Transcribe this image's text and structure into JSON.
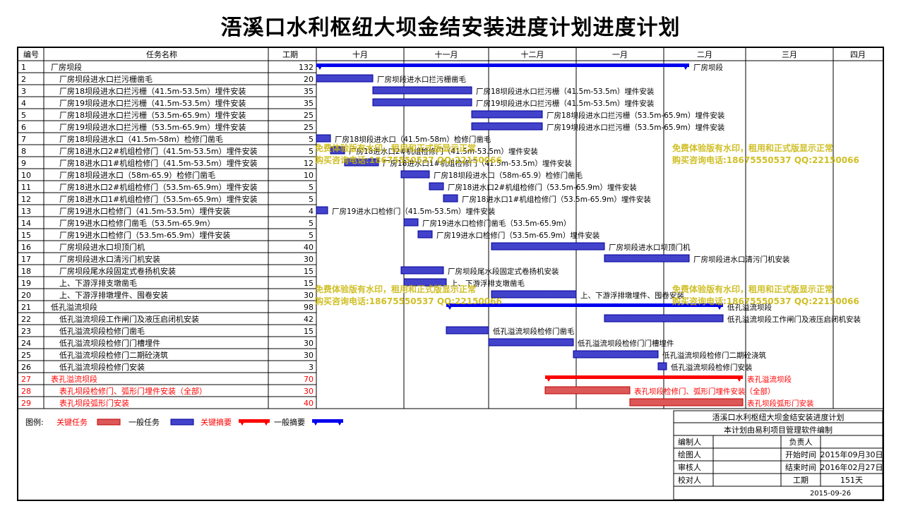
{
  "title": "浯溪口水利枢纽大坝金结安装进度计划进度计划",
  "header": {
    "id": "编号",
    "name": "任务名称",
    "duration": "工期"
  },
  "months": [
    "十月",
    "十一月",
    "十二月",
    "一月",
    "二月",
    "三月",
    "四月"
  ],
  "tasks": [
    {
      "id": "1",
      "name": "厂房坝段",
      "duration": "132",
      "start": 0,
      "days": 132,
      "kind": "summary",
      "label": "厂房坝段"
    },
    {
      "id": "2",
      "name": "厂房坝段进水口拦污栅凿毛",
      "duration": "20",
      "start": 0,
      "days": 20,
      "kind": "normal",
      "label": "厂房坝段进水口拦污栅凿毛"
    },
    {
      "id": "3",
      "name": "厂房18坝段进水口拦污栅（41.5m-53.5m）埋件安装",
      "duration": "35",
      "start": 20,
      "days": 35,
      "kind": "normal",
      "label": "厂房18坝段进水口拦污栅（41.5m-53.5m）埋件安装"
    },
    {
      "id": "4",
      "name": "厂房19坝段进水口拦污栅（41.5m-53.5m）埋件安装",
      "duration": "35",
      "start": 20,
      "days": 35,
      "kind": "normal",
      "label": "厂房19坝段进水口拦污栅（41.5m-53.5m）埋件安装"
    },
    {
      "id": "5",
      "name": "厂房18坝段进水口拦污栅（53.5m-65.9m）埋件安装",
      "duration": "25",
      "start": 55,
      "days": 25,
      "kind": "normal",
      "label": "厂房18坝段进水口拦污栅（53.5m-65.9m）埋件安装"
    },
    {
      "id": "6",
      "name": "厂房19坝段进水口拦污栅（53.5m-65.9m）埋件安装",
      "duration": "25",
      "start": 55,
      "days": 25,
      "kind": "normal",
      "label": "厂房19坝段进水口拦污栅（53.5m-65.9m）埋件安装"
    },
    {
      "id": "7",
      "name": "厂房18坝段进水口（41.5m-58m）检修门凿毛",
      "duration": "5",
      "start": 0,
      "days": 5,
      "kind": "normal",
      "label": "厂房18坝段进水口（41.5m-58m）检修门凿毛"
    },
    {
      "id": "8",
      "name": "厂房18进水口2#机组检修门（41.5m-53.5m）埋件安装",
      "duration": "5",
      "start": 5,
      "days": 5,
      "kind": "normal",
      "label": "厂房18进水口2#机组检修门（41.5m-53.5m）埋件安装"
    },
    {
      "id": "9",
      "name": "厂房18进水口1#机组检修门（41.5m-53.5m）埋件安装",
      "duration": "12",
      "start": 10,
      "days": 12,
      "kind": "normal",
      "label": "厂房18进水口1#机组检修门（41.5m-53.5m）埋件安装"
    },
    {
      "id": "10",
      "name": "厂房18坝段进水口（58m-65.9）检修门凿毛",
      "duration": "10",
      "start": 30,
      "days": 10,
      "kind": "normal",
      "label": "厂房18坝段进水口（58m-65.9）检修门凿毛"
    },
    {
      "id": "11",
      "name": "厂房18进水口2#机组检修门（53.5m-65.9m）埋件安装",
      "duration": "5",
      "start": 40,
      "days": 5,
      "kind": "normal",
      "label": "厂房18进水口2#机组检修门（53.5m-65.9m）埋件安装"
    },
    {
      "id": "12",
      "name": "厂房18进水口1#机组检修门（53.5m-65.9m）埋件安装",
      "duration": "5",
      "start": 45,
      "days": 5,
      "kind": "normal",
      "label": "厂房18进水口1#机组检修门（53.5m-65.9m）埋件安装"
    },
    {
      "id": "13",
      "name": "厂房19进水口检修门（41.5m-53.5m）埋件安装",
      "duration": "4",
      "start": 0,
      "days": 4,
      "kind": "normal",
      "label": "厂房19进水口检修门（41.5m-53.5m）埋件安装"
    },
    {
      "id": "14",
      "name": "厂房19进水口检修门凿毛（53.5m-65.9m）",
      "duration": "5",
      "start": 31,
      "days": 5,
      "kind": "normal",
      "label": "厂房19进水口检修门凿毛（53.5m-65.9m）"
    },
    {
      "id": "15",
      "name": "厂房19进水口检修门（53.5m-65.9m）埋件安装",
      "duration": "5",
      "start": 36,
      "days": 5,
      "kind": "normal",
      "label": "厂房19进水口检修门（53.5m-65.9m）埋件安装"
    },
    {
      "id": "16",
      "name": "厂房坝段进水口坝顶门机",
      "duration": "40",
      "start": 62,
      "days": 40,
      "kind": "normal",
      "label": "厂房坝段进水口坝顶门机"
    },
    {
      "id": "17",
      "name": "厂房坝段进水口清污门机安装",
      "duration": "30",
      "start": 102,
      "days": 30,
      "kind": "normal",
      "label": "厂房坝段进水口清污门机安装"
    },
    {
      "id": "18",
      "name": "厂房坝段尾水段固定式卷扬机安装",
      "duration": "15",
      "start": 30,
      "days": 15,
      "kind": "normal",
      "label": "厂房坝段尾水段固定式卷扬机安装"
    },
    {
      "id": "19",
      "name": "上、下游浮排支墩凿毛",
      "duration": "15",
      "start": 31,
      "days": 15,
      "kind": "normal",
      "label": "上、下游浮排支墩凿毛"
    },
    {
      "id": "20",
      "name": "上、下游浮排墩埋件、囤卷安装",
      "duration": "30",
      "start": 62,
      "days": 30,
      "kind": "normal",
      "label": "上、下游浮排墩埋件、囤卷安装"
    },
    {
      "id": "21",
      "name": "低孔溢流坝段",
      "duration": "98",
      "start": 46,
      "days": 98,
      "kind": "summary",
      "label": "低孔溢流坝段"
    },
    {
      "id": "22",
      "name": "低孔溢流坝段工作闸门及液压启闭机安装",
      "duration": "42",
      "start": 102,
      "days": 42,
      "kind": "normal",
      "label": "低孔溢流坝段工作闸门及液压启闭机安装"
    },
    {
      "id": "23",
      "name": "低孔溢流坝段检修门凿毛",
      "duration": "15",
      "start": 46,
      "days": 15,
      "kind": "normal",
      "label": "低孔溢流坝段检修门凿毛"
    },
    {
      "id": "24",
      "name": "低孔溢流坝段检修门门槽埋件",
      "duration": "30",
      "start": 61,
      "days": 30,
      "kind": "normal",
      "label": "低孔溢流坝段检修门门槽埋件"
    },
    {
      "id": "25",
      "name": "低孔溢流坝段检修门二期砼浇筑",
      "duration": "30",
      "start": 91,
      "days": 30,
      "kind": "normal",
      "label": "低孔溢流坝段检修门二期砼浇筑"
    },
    {
      "id": "26",
      "name": "低孔溢流坝段检修门安装",
      "duration": "3",
      "start": 121,
      "days": 3,
      "kind": "normal",
      "label": "低孔溢流坝段检修门安装"
    },
    {
      "id": "27",
      "name": "表孔溢流坝段",
      "duration": "70",
      "start": 81,
      "days": 70,
      "kind": "csummary",
      "label": "表孔溢流坝段"
    },
    {
      "id": "28",
      "name": "表孔坝段检修门、弧形门埋件安装（全部）",
      "duration": "30",
      "start": 81,
      "days": 30,
      "kind": "critical",
      "label": "表孔坝段检修门、弧形门埋件安装（全部）"
    },
    {
      "id": "29",
      "name": "表孔坝段弧形门安装",
      "duration": "40",
      "start": 111,
      "days": 40,
      "kind": "critical",
      "label": "表孔坝段弧形门安装"
    }
  ],
  "watermark": {
    "line1": "免费体验版有水印，租用和正式版显示正常",
    "line2": "购买咨询电话:18675550537 QQ:22150066"
  },
  "legend": {
    "label": "图例:",
    "items": [
      "关键任务",
      "一般任务",
      "关键摘要",
      "一般摘要"
    ]
  },
  "info": {
    "title": "浯溪口水利枢纽大坝金结安装进度计划",
    "subtitle": "本计划由易利项目管理软件编制",
    "rows": [
      {
        "l1": "编制人",
        "v1": "",
        "l2": "负责人",
        "v2": ""
      },
      {
        "l1": "绘图人",
        "v1": "",
        "l2": "开始时间",
        "v2": "2015年09月30日"
      },
      {
        "l1": "审核人",
        "v1": "",
        "l2": "结束时间",
        "v2": "2016年02月27日"
      },
      {
        "l1": "校对人",
        "v1": "",
        "l2": "工期",
        "v2": "151天"
      }
    ],
    "date": "2015-09-26"
  },
  "colors": {
    "normal_fill": "#4848d8",
    "normal_stroke": "#00009a",
    "summary": "#0000ee",
    "critical": "#ff0000",
    "critical_fill": "#e06060",
    "watermark": "#c8b400",
    "grid": "#000000"
  }
}
